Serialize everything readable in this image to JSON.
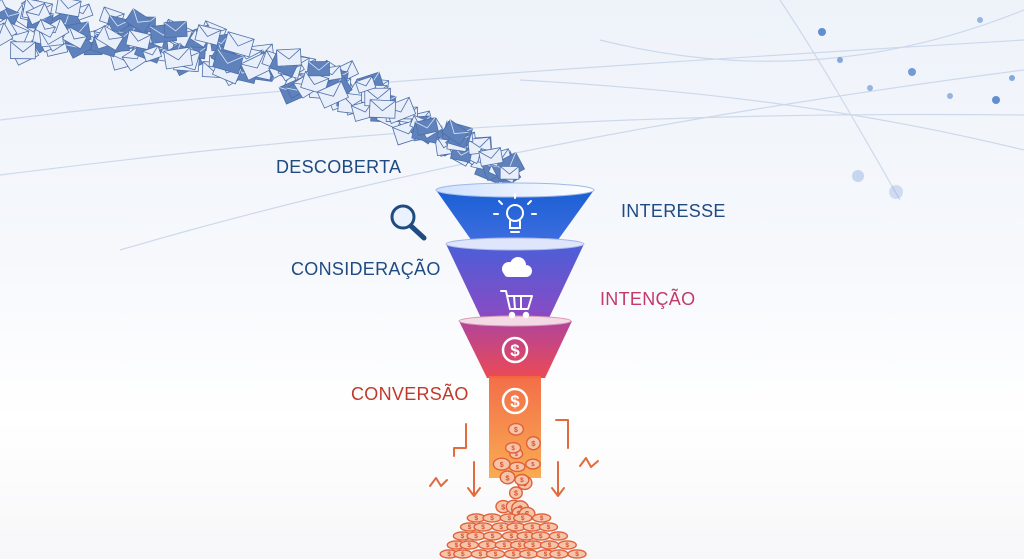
{
  "stages": [
    {
      "label": "DESCOBERTA",
      "color": "#1f4a82",
      "icon": "magnifier-icon"
    },
    {
      "label": "INTERESSE",
      "color": "#1f4a82",
      "icon": "lightbulb-icon"
    },
    {
      "label": "CONSIDERAÇÃO",
      "color": "#1f4a82",
      "icon": "thought-cloud-icon"
    },
    {
      "label": "INTENÇÃO",
      "color": "#c33a66",
      "icon": "shopping-cart-icon"
    },
    {
      "label": "CONVERSÃO",
      "color": "#c0392b",
      "icon": "dollar-coin-icon"
    }
  ],
  "colors": {
    "funnel_top": "#1e63d6",
    "funnel_mid": "#7b4bc9",
    "funnel_low": "#e0455e",
    "funnel_spout": "#f58a2a",
    "coins": "#e8693a",
    "envelopes": "#6f8fc2"
  }
}
